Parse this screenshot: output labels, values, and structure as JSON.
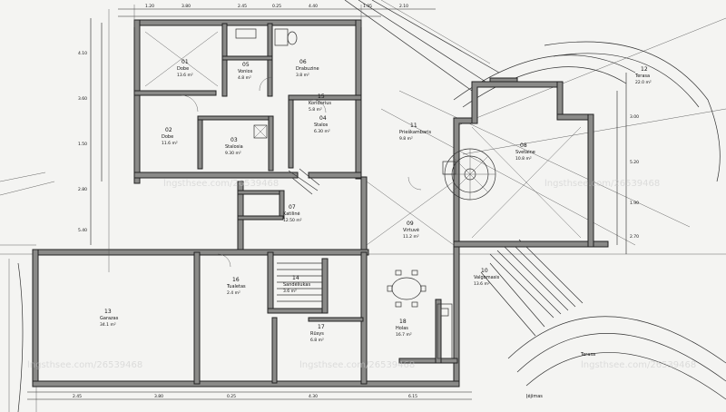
{
  "rooms": [
    {
      "num": "01",
      "name": "Dobe",
      "area": "13.6 m²"
    },
    {
      "num": "02",
      "name": "Dobe",
      "area": "11.6 m²"
    },
    {
      "num": "03",
      "name": "Stalosia",
      "area": "9.30 m²"
    },
    {
      "num": "04",
      "name": "Stalos",
      "area": "6.30 m²"
    },
    {
      "num": "05",
      "name": "Vonios",
      "area": "4.8 m²"
    },
    {
      "num": "06",
      "name": "Drabuzine",
      "area": "3.8 m²"
    },
    {
      "num": "07",
      "name": "Katilinė",
      "area": "12.50 m²"
    },
    {
      "num": "08",
      "name": "Svetaine",
      "area": "10.8 m²"
    },
    {
      "num": "09",
      "name": "Virtuvė",
      "area": "11.2 m²"
    },
    {
      "num": "10",
      "name": "Valgomasis",
      "area": "13.6 m²"
    },
    {
      "num": "11",
      "name": "Prieškambaris",
      "area": "9.8 m²"
    },
    {
      "num": "12",
      "name": "Terasa",
      "area": "22.0 m²"
    },
    {
      "num": "13",
      "name": "Garazas",
      "area": "34.1 m²"
    },
    {
      "num": "14",
      "name": "Sandėliukas",
      "area": "3.6 m²"
    },
    {
      "num": "15",
      "name": "Koridorius",
      "area": "5.8 m²"
    },
    {
      "num": "16",
      "name": "Tualetas",
      "area": "2.4 m²"
    },
    {
      "num": "17",
      "name": "Rūsys",
      "area": "6.8 m²"
    },
    {
      "num": "18",
      "name": "Holas",
      "area": "16.7 m²"
    }
  ],
  "dimensions": {
    "top": [
      "1.20",
      "3.80",
      "2.45",
      "0.25",
      "4.40",
      "1.95",
      "2.10"
    ],
    "left": [
      "4.10",
      "3.60",
      "1.50",
      "2.80",
      "5.40"
    ],
    "right": [
      "3.00",
      "5.20",
      "1.90",
      "2.70"
    ],
    "bottom": [
      "2.45",
      "3.80",
      "0.25",
      "4.30",
      "6.15"
    ]
  },
  "labels": {
    "entrance": "Įėjimas",
    "terrace": "Terasa"
  },
  "watermarks": [
    "lngsthsee.com/26539468",
    "lngsthsee.com/26539468",
    "lngsthsee.com/26539468",
    "lngsthsee.com/26539468",
    "lngsthsee.com/26539468"
  ]
}
